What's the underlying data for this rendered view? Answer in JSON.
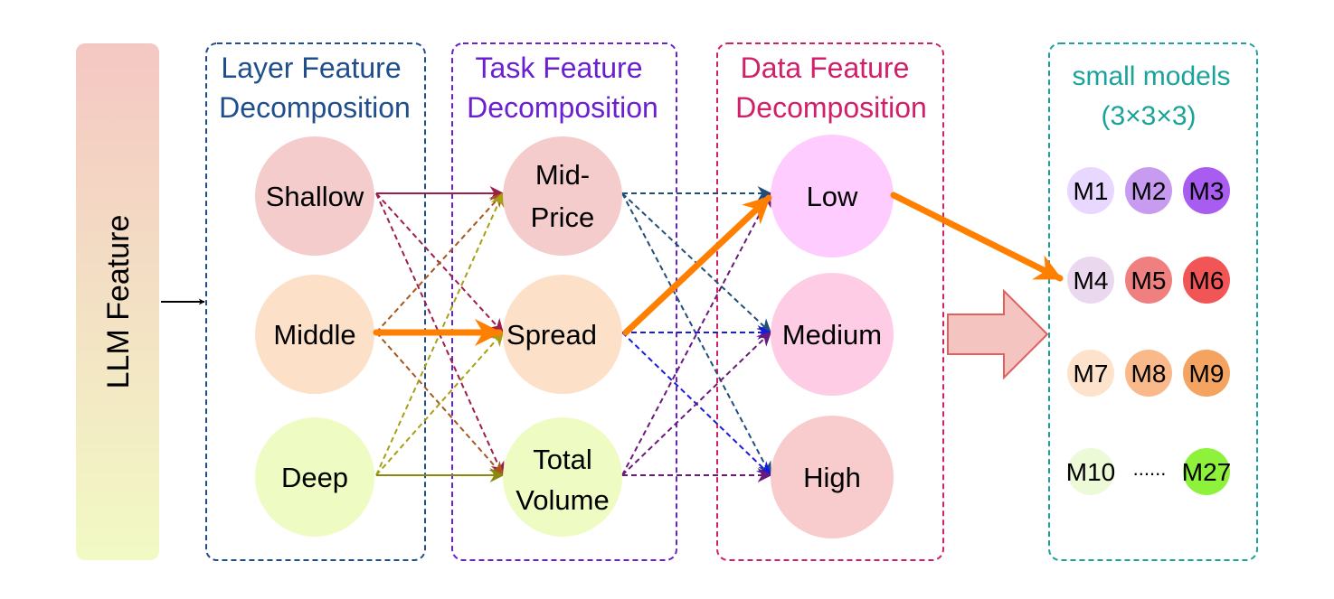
{
  "llm_bar": {
    "label": "LLM Feature"
  },
  "layer_group": {
    "title_line1": "Layer Feature",
    "title_line2": "Decomposition",
    "color": "#1f4e8c"
  },
  "task_group": {
    "title_line1": "Task Feature",
    "title_line2": "Decomposition",
    "color": "#6a1fd0"
  },
  "data_group": {
    "title_line1": "Data Feature",
    "title_line2": "Decomposition",
    "color": "#d0206a"
  },
  "models_group": {
    "title_line1": "small models",
    "title_line2": "(3×3×3)",
    "color": "#1aa39a"
  },
  "nodes": {
    "shallow": {
      "label": "Shallow",
      "color": "#f4cccc"
    },
    "middle": {
      "label": "Middle",
      "color": "#fce0c8"
    },
    "deep": {
      "label": "Deep",
      "color": "#eefcc4"
    },
    "mid_price": {
      "label_line1": "Mid-",
      "label_line2": "Price",
      "color": "#f4cccc"
    },
    "spread": {
      "label": "Spread",
      "color": "#fce0c8"
    },
    "total_volume": {
      "label_line1": "Total",
      "label_line2": "Volume",
      "color": "#eefcc4"
    },
    "low": {
      "label": "Low",
      "color": "#ffccff"
    },
    "medium": {
      "label": "Medium",
      "color": "#ffcce6"
    },
    "high": {
      "label": "High",
      "color": "#f8cccc"
    }
  },
  "models": [
    {
      "label": "M1",
      "color": "#e8d7ff"
    },
    {
      "label": "M2",
      "color": "#c79cf0"
    },
    {
      "label": "M3",
      "color": "#a85cf0"
    },
    {
      "label": "M4",
      "color": "#ead8ef"
    },
    {
      "label": "M5",
      "color": "#f07f7f"
    },
    {
      "label": "M6",
      "color": "#f25555"
    },
    {
      "label": "M7",
      "color": "#fde3cc"
    },
    {
      "label": "M8",
      "color": "#f9b98a"
    },
    {
      "label": "M9",
      "color": "#f4a460"
    },
    {
      "label": "M10",
      "color": "#ecfad8"
    },
    {
      "label": "M27",
      "color": "#8ef23c"
    }
  ],
  "ellipsis": "......",
  "highlight_color": "#ff8000"
}
